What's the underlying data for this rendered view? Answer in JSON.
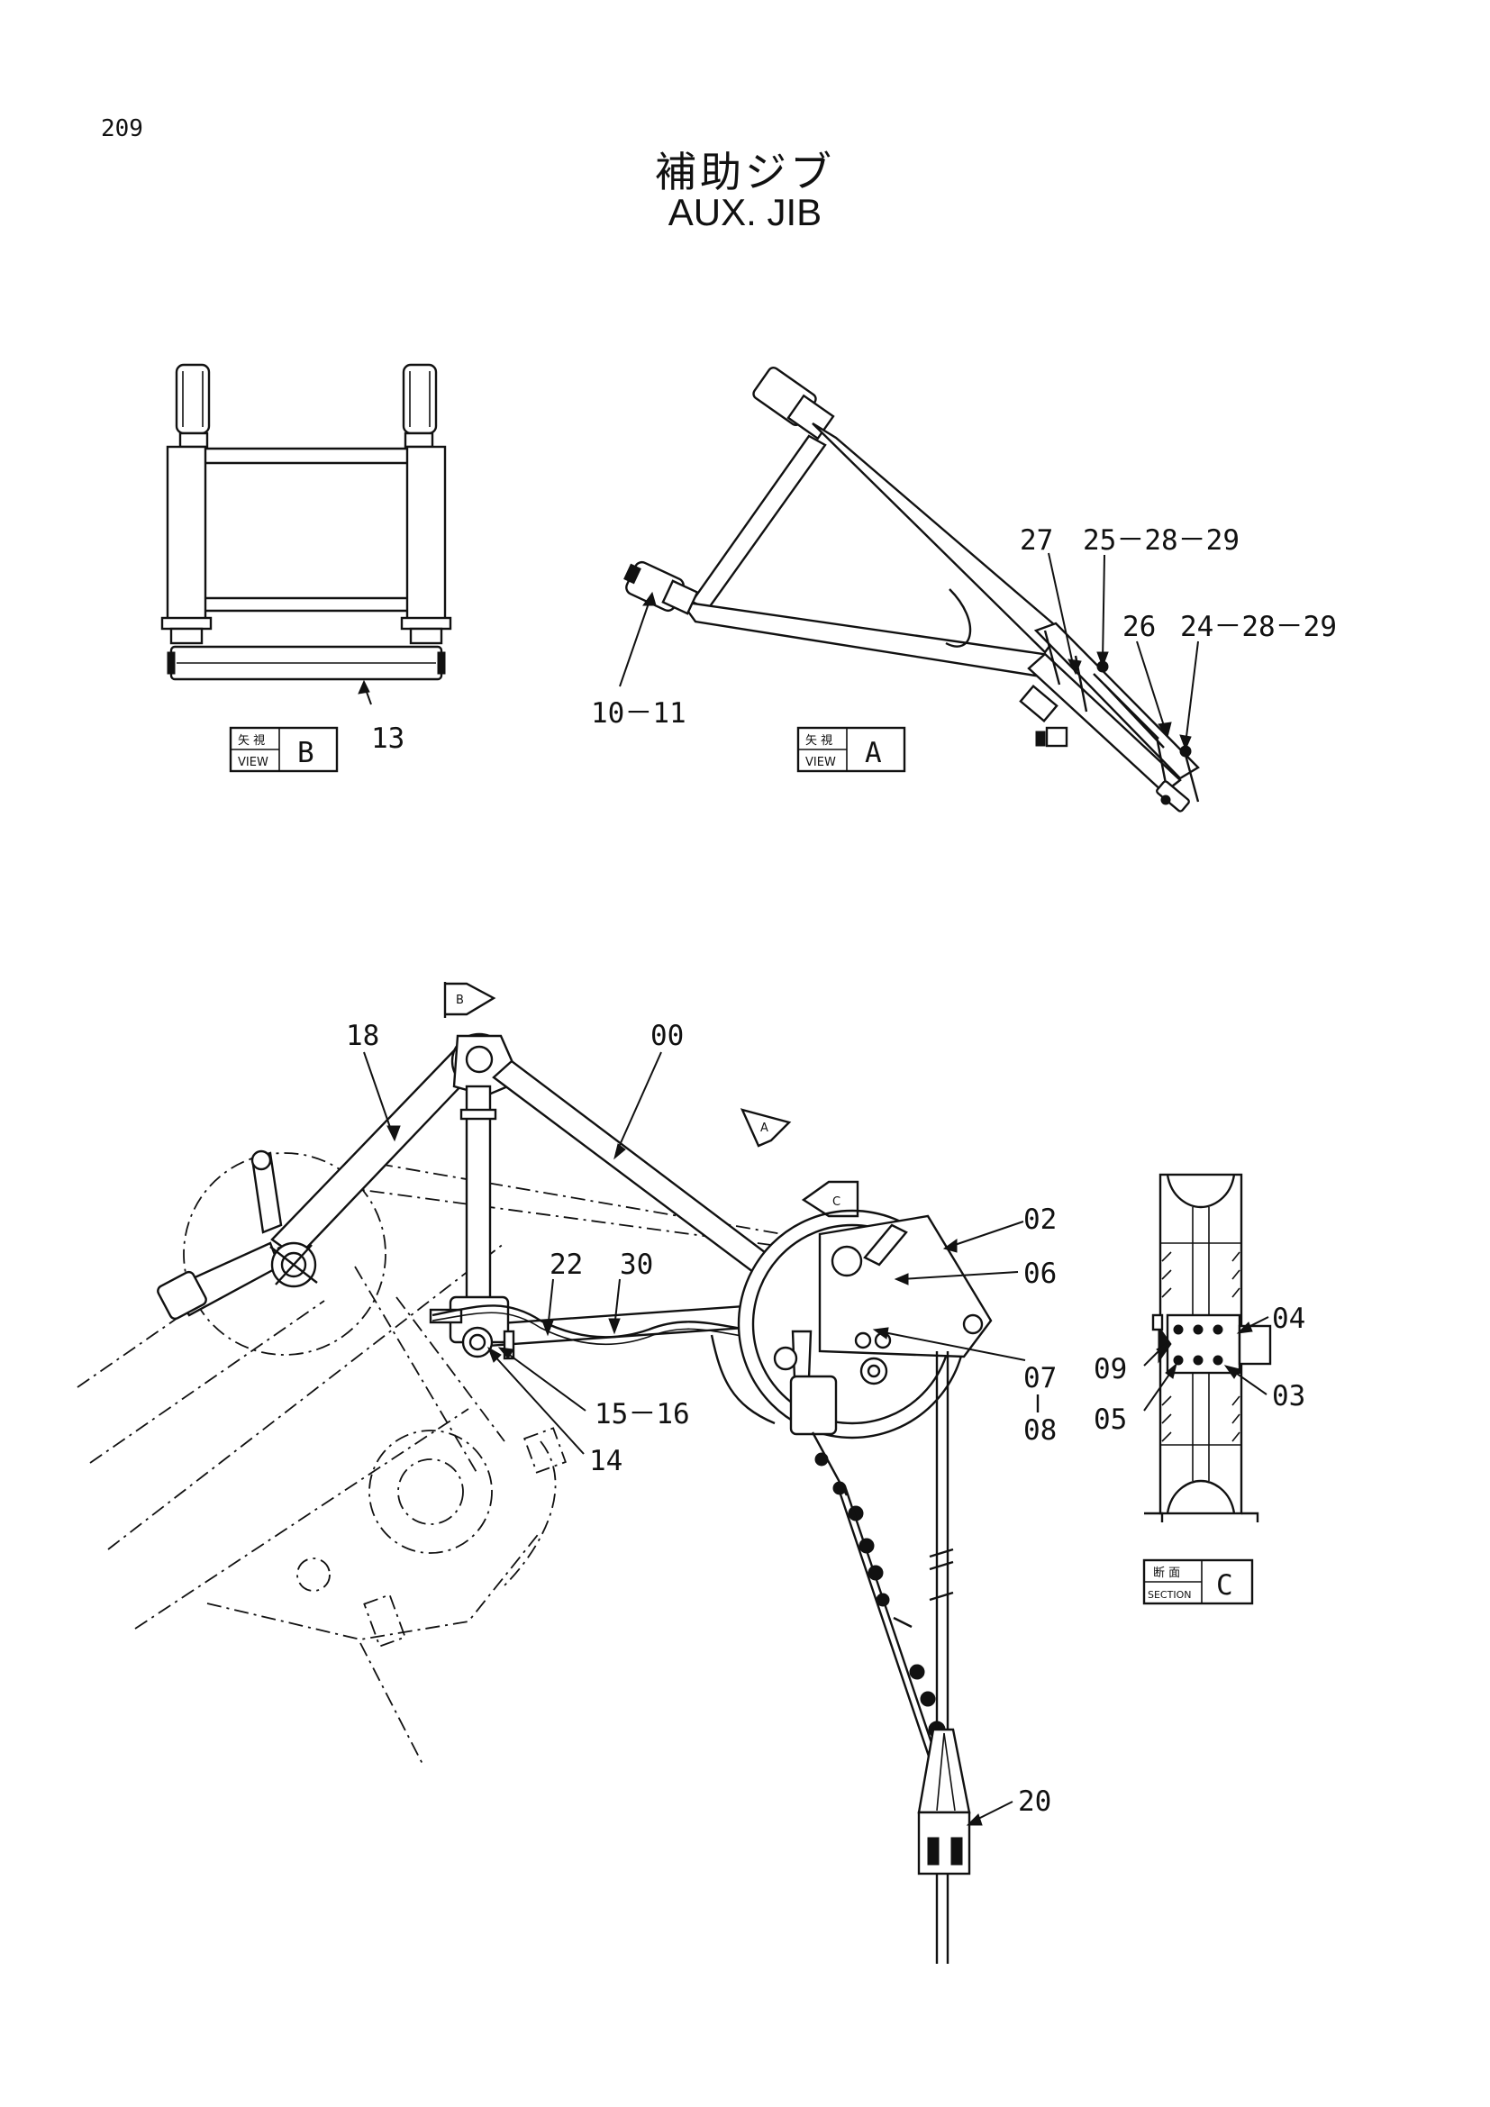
{
  "page_number": "209",
  "title_ja": "補助ジブ",
  "title_en": "AUX. JIB",
  "views": {
    "view_b": {
      "top": "矢 視",
      "bottom": "VIEW",
      "letter": "B"
    },
    "view_a": {
      "top": "矢 視",
      "bottom": "VIEW",
      "letter": "A"
    },
    "section_c": {
      "top": "断 面",
      "bottom": "SECTION",
      "letter": "C"
    }
  },
  "markers": {
    "b": "B",
    "a": "A",
    "c": "C"
  },
  "callouts": {
    "c13": "13",
    "c10_11": "10－11",
    "c27": "27",
    "c25_28_29": "25－28－29",
    "c26": "26",
    "c24_28_29": "24－28－29",
    "c18": "18",
    "c00": "00",
    "c02": "02",
    "c06": "06",
    "c22": "22",
    "c30": "30",
    "c07": "07",
    "c08": "08",
    "c15_16": "15－16",
    "c14": "14",
    "c04": "04",
    "c09": "09",
    "c03": "03",
    "c05": "05",
    "c20": "20"
  }
}
